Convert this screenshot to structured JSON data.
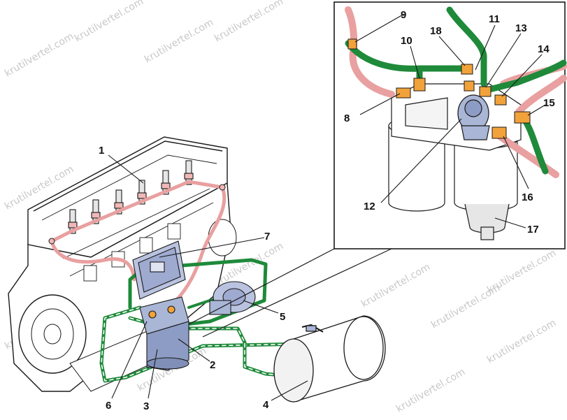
{
  "watermark": "krutilvertel.com",
  "colors": {
    "fuel_supply": "#1e8a3a",
    "fuel_return": "#e9a0a0",
    "fitting": "#f2a23a",
    "outline": "#1a1a1a",
    "component": "#a9b6d6"
  },
  "callouts": [
    {
      "id": "1",
      "label": "1"
    },
    {
      "id": "2",
      "label": "2"
    },
    {
      "id": "3",
      "label": "3"
    },
    {
      "id": "4",
      "label": "4"
    },
    {
      "id": "5",
      "label": "5"
    },
    {
      "id": "6",
      "label": "6"
    },
    {
      "id": "7",
      "label": "7"
    },
    {
      "id": "8",
      "label": "8"
    },
    {
      "id": "9",
      "label": "9"
    },
    {
      "id": "10",
      "label": "10"
    },
    {
      "id": "11",
      "label": "11"
    },
    {
      "id": "12",
      "label": "12"
    },
    {
      "id": "13",
      "label": "13"
    },
    {
      "id": "14",
      "label": "14"
    },
    {
      "id": "15",
      "label": "15"
    },
    {
      "id": "16",
      "label": "16"
    },
    {
      "id": "17",
      "label": "17"
    },
    {
      "id": "18",
      "label": "18"
    }
  ]
}
